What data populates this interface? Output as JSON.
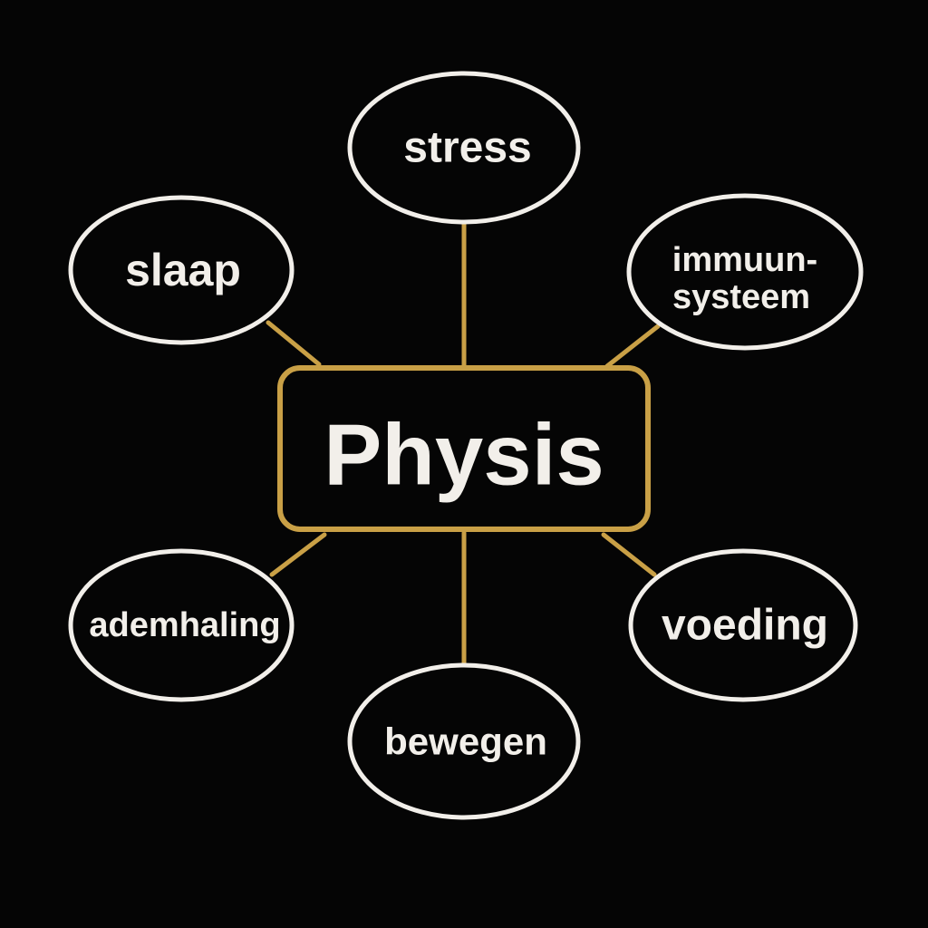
{
  "colors": {
    "background": "#050505",
    "connector": "#C9A046",
    "center_border": "#C9A046",
    "node_border": "#F2EFEA",
    "text": "#F2EFEA"
  },
  "center": {
    "label": "Physis"
  },
  "nodes": [
    {
      "id": "stress",
      "lines": [
        "stress"
      ]
    },
    {
      "id": "slaap",
      "lines": [
        "slaap"
      ]
    },
    {
      "id": "immuunsysteem",
      "lines": [
        "immuun-",
        "systeem"
      ]
    },
    {
      "id": "ademhaling",
      "lines": [
        "ademhaling"
      ]
    },
    {
      "id": "voeding",
      "lines": [
        "voeding"
      ]
    },
    {
      "id": "bewegen",
      "lines": [
        "bewegen"
      ]
    }
  ]
}
